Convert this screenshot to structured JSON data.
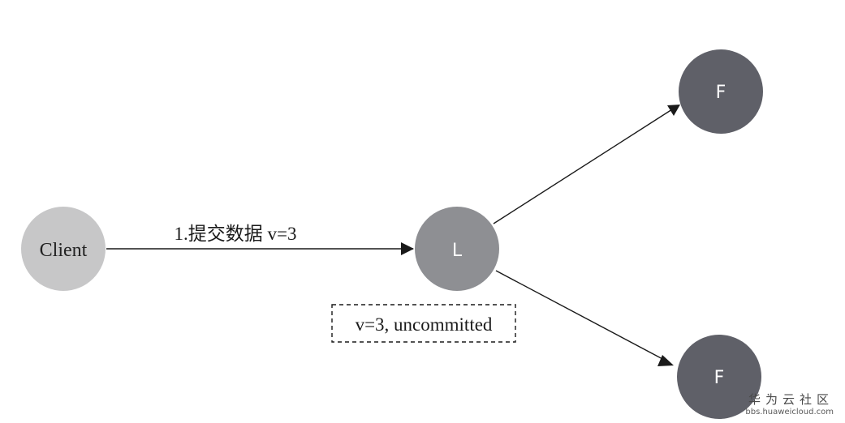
{
  "nodes": {
    "client": {
      "label": "Client",
      "fill": "#c7c7c8"
    },
    "leader": {
      "label": "L",
      "fill": "#8e8f93"
    },
    "follower_top": {
      "label": "F",
      "fill": "#5f6068"
    },
    "follower_bottom": {
      "label": "F",
      "fill": "#5f6068"
    }
  },
  "edges": {
    "client_to_leader": {
      "label": "1.提交数据 v=3"
    }
  },
  "state_box": {
    "label": "v=3, uncommitted"
  },
  "watermark": {
    "name": "华为云社区",
    "url": "bbs.huaweicloud.com"
  },
  "colors": {
    "edge": "#1a1a1a",
    "node_text_light": "#ffffff",
    "node_text_dark": "#222222"
  }
}
